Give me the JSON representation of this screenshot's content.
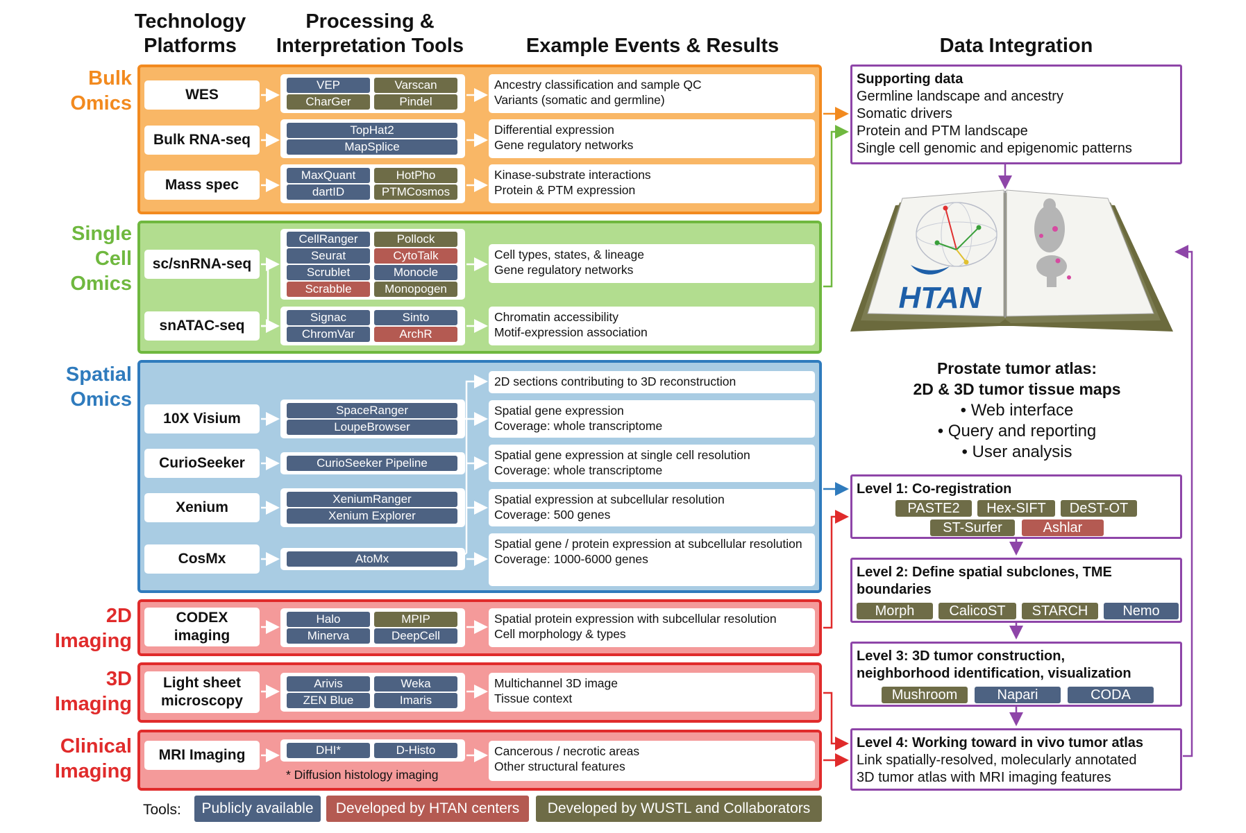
{
  "headers": {
    "platforms": [
      "Technology",
      "Platforms"
    ],
    "tools": [
      "Processing &",
      "Interpretation Tools"
    ],
    "results": "Example Events & Results",
    "integration": "Data Integration"
  },
  "sections": {
    "bulk": {
      "label": [
        "Bulk",
        "Omics"
      ],
      "color": "#f28a1f"
    },
    "single": {
      "label": [
        "Single",
        "Cell",
        "Omics"
      ],
      "color": "#6fb83f"
    },
    "spatial": {
      "label": [
        "Spatial",
        "Omics"
      ],
      "color": "#2f7bbd"
    },
    "imaging2d": {
      "label": [
        "2D",
        "Imaging"
      ],
      "color": "#e02b2b"
    },
    "imaging3d": {
      "label": [
        "3D",
        "Imaging"
      ],
      "color": "#e02b2b"
    },
    "clinical": {
      "label": [
        "Clinical",
        "Imaging"
      ],
      "color": "#e02b2b"
    }
  },
  "platforms": {
    "wes": "WES",
    "bulk_rna": "Bulk RNA-seq",
    "mass_spec": "Mass spec",
    "scrna": "sc/snRNA-seq",
    "snatac": "snATAC-seq",
    "visium": "10X Visium",
    "curio": "CurioSeeker",
    "xenium": "Xenium",
    "cosmx": "CosMx",
    "codex": [
      "CODEX",
      "imaging"
    ],
    "lightsheet": [
      "Light sheet",
      "microscopy"
    ],
    "mri": "MRI Imaging"
  },
  "tools": {
    "vep": "VEP",
    "varscan": "Varscan",
    "charger": "CharGer",
    "pindel": "Pindel",
    "tophat2": "TopHat2",
    "mapsplice": "MapSplice",
    "maxquant": "MaxQuant",
    "hotpho": "HotPho",
    "dartid": "dartID",
    "ptmcosmos": "PTMCosmos",
    "cellranger": "CellRanger",
    "pollock": "Pollock",
    "seurat": "Seurat",
    "cytotalk": "CytoTalk",
    "scrublet": "Scrublet",
    "monocle": "Monocle",
    "scrabble": "Scrabble",
    "monopogen": "Monopogen",
    "signac": "Signac",
    "sinto": "Sinto",
    "chromvar": "ChromVar",
    "archr": "ArchR",
    "spaceranger": "SpaceRanger",
    "loupebrowser": "LoupeBrowser",
    "curio_pipeline": "CurioSeeker Pipeline",
    "xeniumranger": "XeniumRanger",
    "xenium_explorer": "Xenium Explorer",
    "atomx": "AtoMx",
    "halo": "Halo",
    "mpip": "MPIP",
    "minerva": "Minerva",
    "deepcell": "DeepCell",
    "arivis": "Arivis",
    "weka": "Weka",
    "zenblue": "ZEN Blue",
    "imaris": "Imaris",
    "dhi": "DHI*",
    "dhisto": "D-Histo",
    "dhi_note": "* Diffusion histology imaging"
  },
  "results": {
    "wes": [
      "Ancestry classification and sample QC",
      "Variants (somatic and germline)"
    ],
    "bulk_rna": [
      "Differential expression",
      "Gene regulatory networks"
    ],
    "mass_spec": [
      "Kinase-substrate interactions",
      "Protein & PTM expression"
    ],
    "scrna": [
      "Cell types, states, & lineage",
      "Gene regulatory networks"
    ],
    "snatac": [
      "Chromatin accessibility",
      "Motif-expression association"
    ],
    "sections2d": [
      "2D sections contributing to 3D reconstruction"
    ],
    "visium": [
      "Spatial gene expression",
      "Coverage: whole transcriptome"
    ],
    "curio": [
      "Spatial gene expression at single cell resolution",
      "Coverage: whole transcriptome"
    ],
    "xenium": [
      "Spatial expression at subcellular resolution",
      "Coverage: 500 genes"
    ],
    "cosmx": [
      "Spatial gene / protein expression at subcellular resolution",
      "Coverage: 1000-6000 genes"
    ],
    "codex": [
      "Spatial protein expression with subcellular resolution",
      "Cell morphology & types"
    ],
    "lightsheet": [
      "Multichannel 3D image",
      "Tissue context"
    ],
    "mri": [
      "Cancerous / necrotic areas",
      "Other structural features"
    ]
  },
  "integration": {
    "supporting": {
      "title": "Supporting data",
      "lines": [
        "Germline landscape and ancestry",
        "Somatic drivers",
        "Protein and PTM landscape",
        "Single cell genomic and epigenomic patterns"
      ]
    },
    "book_logo": "HTAN",
    "atlas": {
      "title": [
        "Prostate tumor atlas:",
        "2D & 3D tumor tissue maps"
      ],
      "bullets": [
        "• Web interface",
        "• Query and reporting",
        "• User analysis"
      ]
    },
    "level1": {
      "title": "Level 1: Co-registration",
      "tools": [
        "PASTE2",
        "Hex-SIFT",
        "DeST-OT",
        "ST-Surfer",
        "Ashlar"
      ]
    },
    "level2": {
      "title": [
        "Level 2: Define spatial subclones, TME",
        "boundaries"
      ],
      "tools": [
        "Morph",
        "CalicoST",
        "STARCH",
        "Nemo"
      ]
    },
    "level3": {
      "title": [
        "Level 3: 3D tumor construction,",
        "neighborhood identification, visualization"
      ],
      "tools": [
        "Mushroom",
        "Napari",
        "CODA"
      ]
    },
    "level4": {
      "title": "Level 4: Working toward in vivo tumor atlas",
      "lines": [
        "Link spatially-resolved, molecularly annotated",
        "3D tumor atlas with MRI imaging features"
      ]
    }
  },
  "legend": {
    "label": "Tools:",
    "public": "Publicly available",
    "htan": "Developed by HTAN centers",
    "wustl": "Developed by WUSTL and Collaborators"
  },
  "colors": {
    "public": "#4d6282",
    "htan": "#b45a52",
    "wustl": "#6e6c47",
    "bulk_fill": "#f9b766",
    "single_fill": "#b2dd8f",
    "spatial_fill": "#a9cce3",
    "imaging_fill": "#f49a9a",
    "integration": "#8e45a8"
  }
}
